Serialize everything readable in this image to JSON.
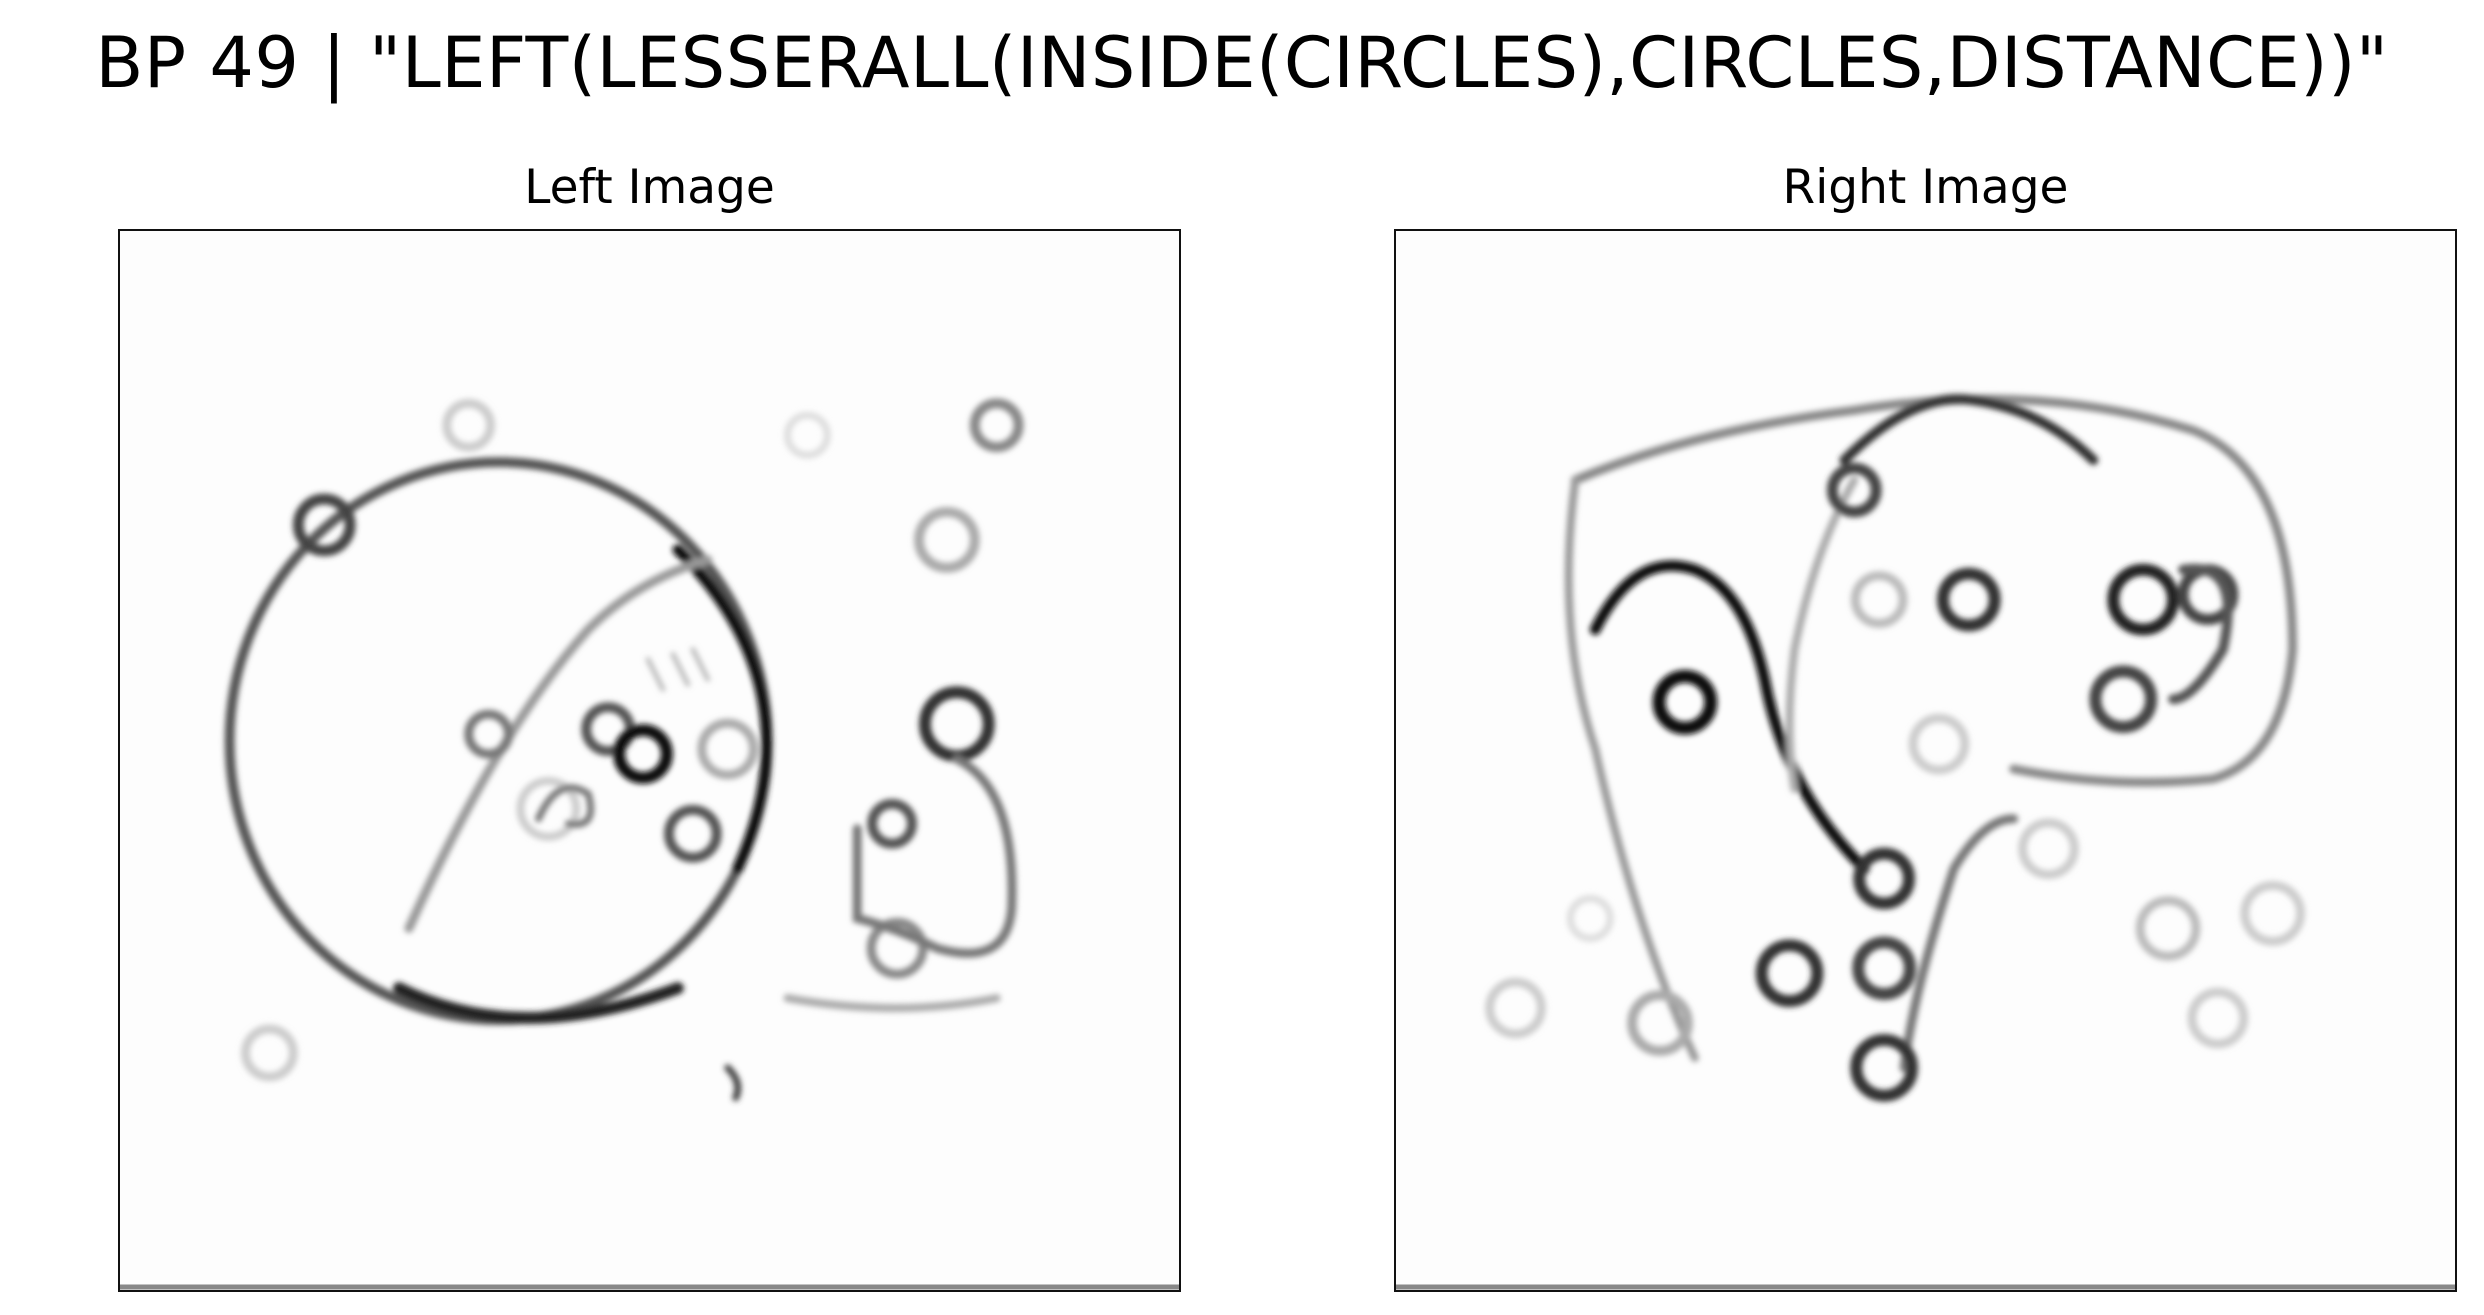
{
  "figure": {
    "title": "BP 49 | \"LEFT(LESSERALL(INSIDE(CIRCLES),CIRCLES,DISTANCE))\""
  },
  "panels": {
    "left": {
      "title": "Left Image"
    },
    "right": {
      "title": "Right Image"
    }
  }
}
